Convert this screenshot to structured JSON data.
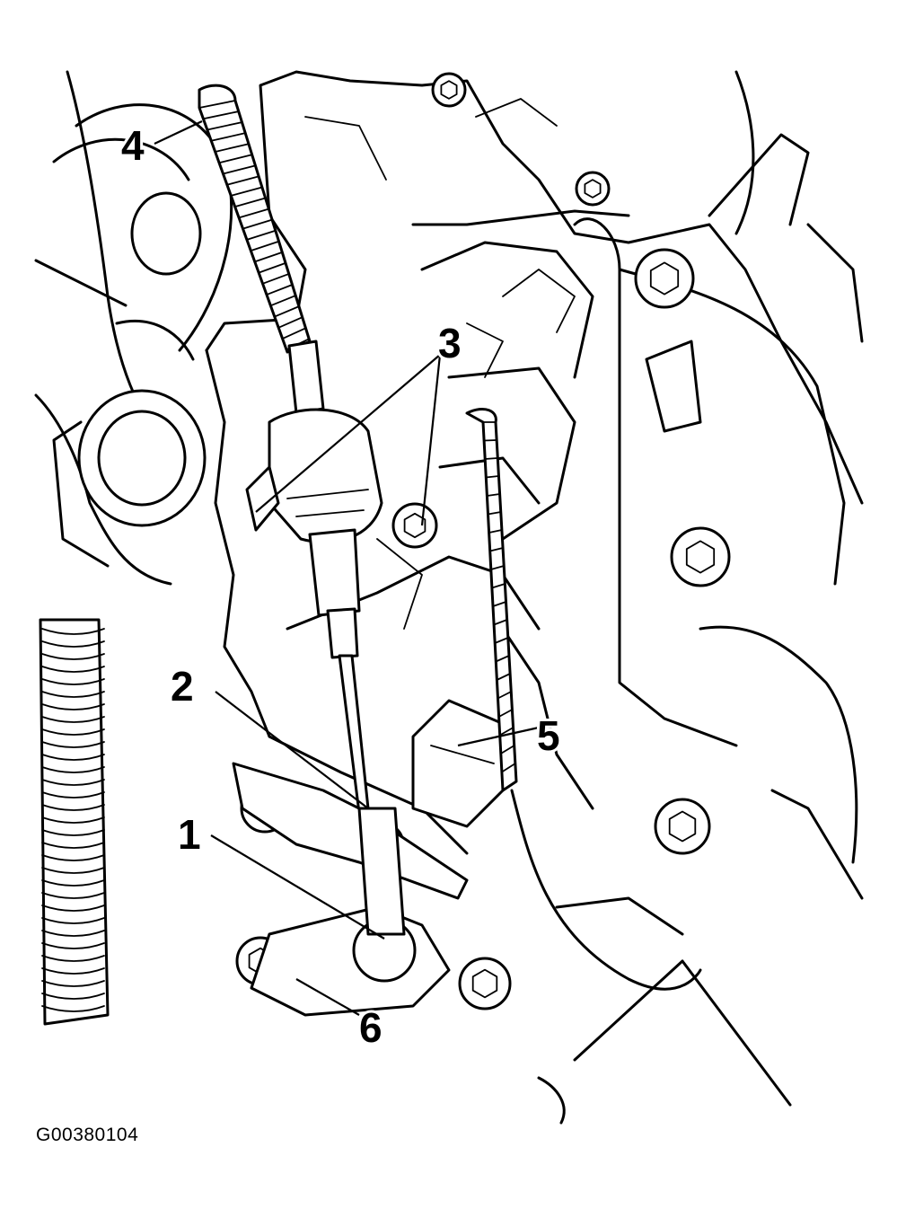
{
  "figure": {
    "figure_id": "G00380104",
    "callouts": {
      "c1": "1",
      "c2": "2",
      "c3": "3",
      "c4": "4",
      "c5": "5",
      "c6": "6"
    }
  }
}
